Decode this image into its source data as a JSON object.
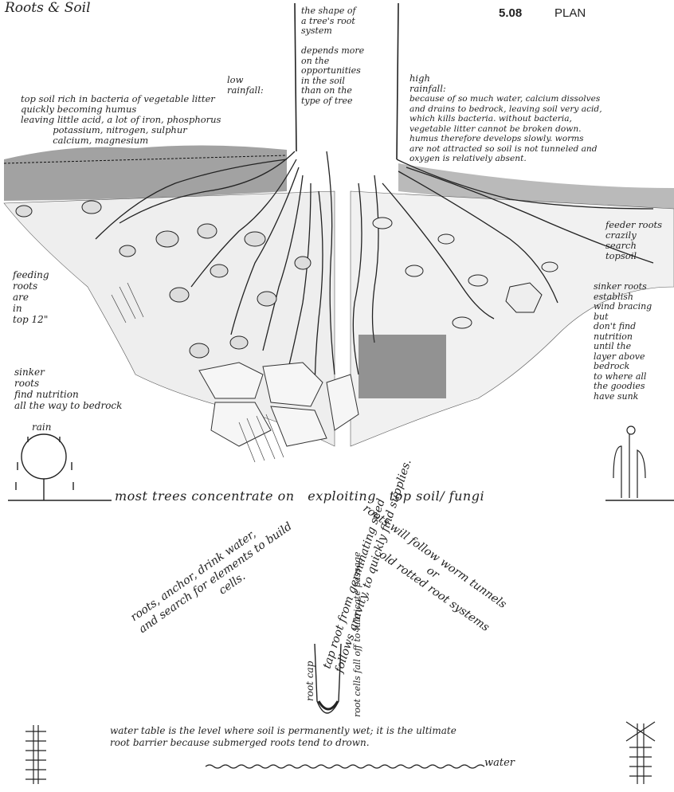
{
  "header": {
    "title": "Roots & Soil",
    "section_number": "5.08",
    "section_label": "PLAN"
  },
  "notes": {
    "trunk": "the shape of\na tree's root\nsystem\n\ndepends more\non the\nopportunities\nin the soil\nthan on the\ntype of tree",
    "low_rainfall_heading": "low\nrainfall:",
    "low_rainfall_body": "top soil rich in bacteria of vegetable litter\nquickly becoming humus\nleaving little acid, a lot of iron, phosphorus\n           potassium, nitrogen, sulphur\n           calcium, magnesium",
    "high_rainfall_heading": "high\nrainfall:",
    "high_rainfall_body": "because of so much water, calcium dissolves\nand drains to bedrock, leaving soil very acid,\nwhich kills bacteria. without bacteria,\nvegetable litter cannot be broken down.\nhumus therefore develops slowly. worms\nare not attracted so soil is not tunneled and\noxygen is relatively absent.",
    "feeding_roots": "feeding\nroots\nare\nin\ntop 12\"",
    "sinker_left": "sinker\nroots\nfind nutrition\nall the way to bedrock",
    "feeder_right": "feeder roots\ncrazily\nsearch\ntopsoil",
    "sinker_right": "sinker roots\nestablish\nwind bracing\nbut\ndon't find\nnutrition\nuntil the\nlayer above\nbedrock\nto where all\nthe goodies\nhave sunk",
    "rain": "rain",
    "ground_line": "most trees concentrate on   exploiting   top soil/ fungi",
    "anchor": "roots, anchor, drink water,\nand search for elements to build\n              cells.",
    "taproot": "tap root from germinating seed\nfollows gravity, to quickly find supplies.",
    "root_cap": "root cap",
    "fall_off": "root cells fall off to lubricate passage",
    "worm": "roots will follow worm tunnels\n               or\n        old rotted root systems",
    "water_table": "water table is the level where soil is permanently wet; it is the ultimate\nroot barrier because submerged roots tend to drown.",
    "water": "water"
  }
}
